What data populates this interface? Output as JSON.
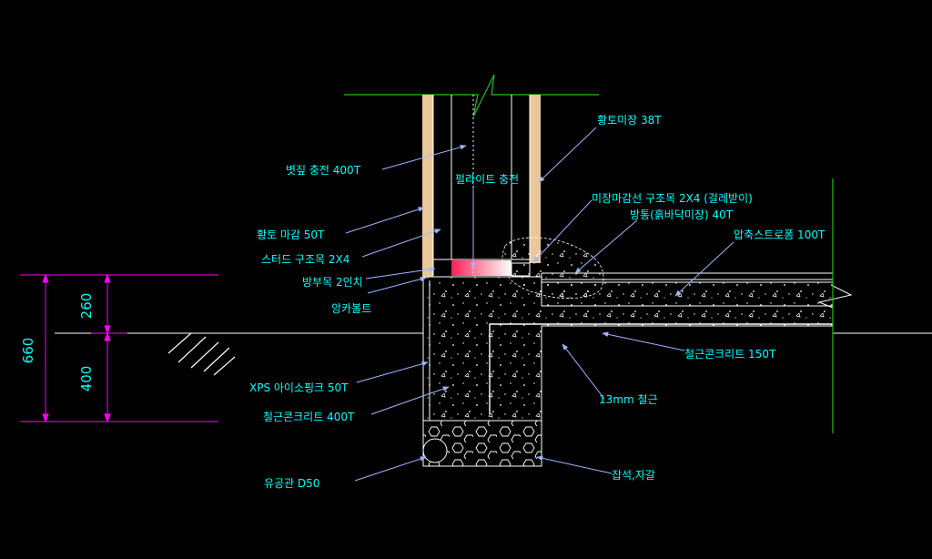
{
  "colors": {
    "background": "#000000",
    "label": "#00ffff",
    "leader": "#9fb6ff",
    "line": "#ffffff",
    "green": "#1fbf1f",
    "dimension": "#ff00ff",
    "wood": "#e9c79a",
    "pink": "#ff1e56"
  },
  "labels": {
    "filler": "볏짚 충전 400T",
    "loess_finish": "황토 마감 50T",
    "stud": "스터드 구조목 2X4",
    "preservative_wood": "방부목 2인치",
    "anchor_bolt": "앙카볼트",
    "xps": "XPS 아이소핑크 50T",
    "rc_400": "철근콘크리트 400T",
    "drain_pipe": "유공관 D50",
    "loess_plaster": "황토미장 38T",
    "perlite": "펄라이트 충전",
    "finish_line": "미장마감선 구조목 2X4 (걸레받이)",
    "heating": "방통(흙바닥미장) 40T",
    "styrofoam": "압축스트로폼 100T",
    "rc_150": "철근콘크리트 150T",
    "rebar": "13mm 철근",
    "gravel": "잡석,자갈"
  },
  "dimensions": {
    "total": "660",
    "upper": "260",
    "lower": "400"
  }
}
